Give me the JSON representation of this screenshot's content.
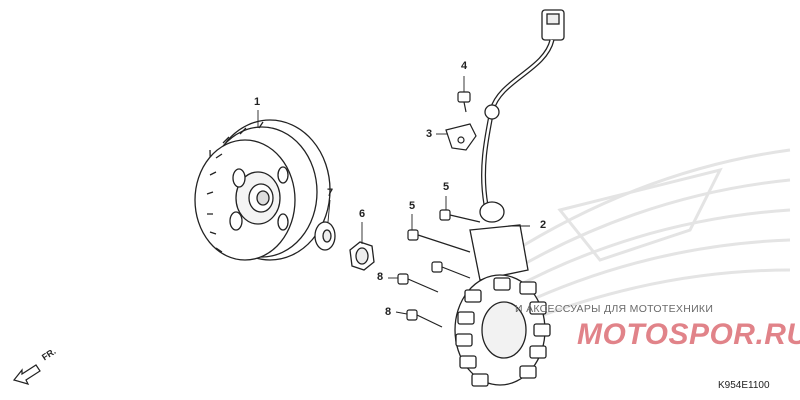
{
  "callouts": {
    "c1": "1",
    "c2": "2",
    "c3": "3",
    "c4": "4",
    "c5a": "5",
    "c5b": "5",
    "c6": "6",
    "c7": "7",
    "c8a": "8",
    "c8b": "8"
  },
  "watermark": {
    "subtitle": "И АКСЕССУАРЫ ДЛЯ МОТОТЕХНИКИ",
    "brand": "MOTOSPOR.RU"
  },
  "direction_label": "FR.",
  "diagram_code": "K954E1100",
  "colors": {
    "line": "#222222",
    "watermark_red": "#c81e28"
  },
  "icons": [
    "direction-arrow-icon"
  ]
}
